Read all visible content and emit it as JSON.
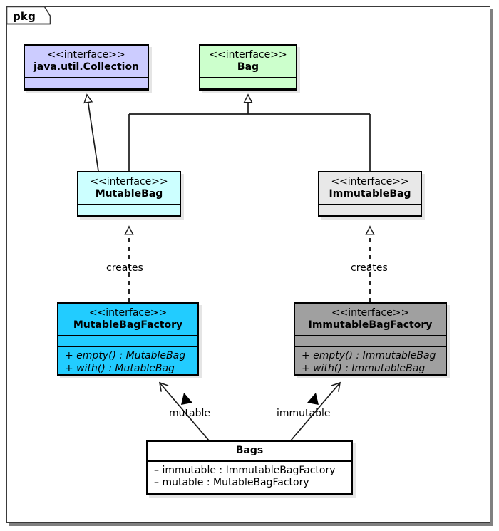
{
  "package": {
    "tab_label": "pkg"
  },
  "classes": {
    "collection": {
      "stereotype": "<<interface>>",
      "name": "java.util.Collection",
      "fill": "#ccccff",
      "members": []
    },
    "bag": {
      "stereotype": "<<interface>>",
      "name": "Bag",
      "fill": "#ccffcc",
      "members": []
    },
    "mutable_bag": {
      "stereotype": "<<interface>>",
      "name": "MutableBag",
      "fill": "#ccffff",
      "members": []
    },
    "immutable_bag": {
      "stereotype": "<<interface>>",
      "name": "ImmutableBag",
      "fill": "#e8e8e8",
      "members": []
    },
    "mutable_bag_factory": {
      "stereotype": "<<interface>>",
      "name": "MutableBagFactory",
      "fill": "#22ccff",
      "members": [
        "+ empty() : MutableBag",
        "+ with() : MutableBag"
      ]
    },
    "immutable_bag_factory": {
      "stereotype": "<<interface>>",
      "name": "ImmutableBagFactory",
      "fill": "#a0a0a0",
      "members": [
        "+ empty() : ImmutableBag",
        "+ with() : ImmutableBag"
      ]
    },
    "bags": {
      "stereotype": "",
      "name": "Bags",
      "fill": "#ffffff",
      "members": [
        "– immutable : ImmutableBagFactory",
        "– mutable : MutableBagFactory"
      ]
    }
  },
  "edges": {
    "creates_left": "creates",
    "creates_right": "creates",
    "mutable": "mutable",
    "immutable": "immutable"
  },
  "colors": {
    "line": "#1a1a1a",
    "border": "#000000",
    "frame": "#3a3a3a",
    "shadow": "#e6e6e6"
  }
}
